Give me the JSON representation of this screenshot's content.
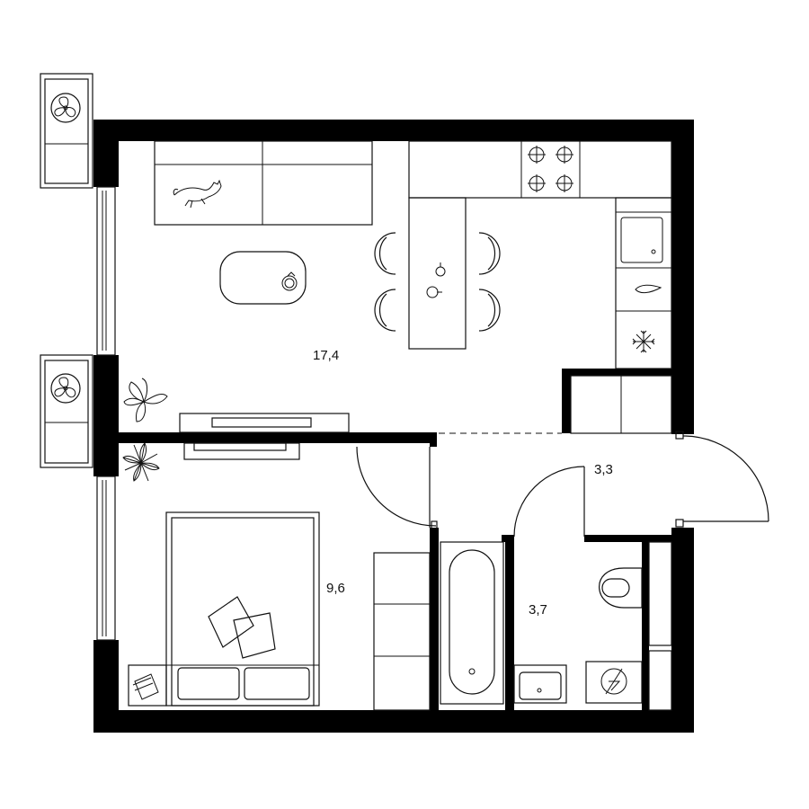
{
  "rooms": [
    {
      "id": "living-kitchen",
      "area": "17,4"
    },
    {
      "id": "hallway",
      "area": "3,3"
    },
    {
      "id": "bathroom",
      "area": "3,7"
    },
    {
      "id": "bedroom",
      "area": "9,6"
    }
  ],
  "icons": {
    "fan": "fan-icon",
    "cat": "cat-icon",
    "plant": "plant-icon",
    "fridge": "snowflake-icon",
    "water": "water-drop-icon",
    "washer": "washing-machine-icon"
  }
}
